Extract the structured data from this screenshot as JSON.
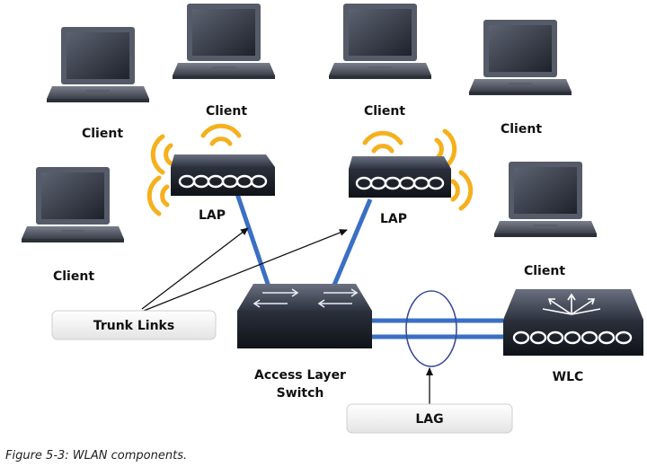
{
  "labels": {
    "client": "Client",
    "lap": "LAP",
    "trunk_links": "Trunk Links",
    "switch_line1": "Access Layer",
    "switch_line2": "Switch",
    "wlc": "WLC",
    "lag": "LAG"
  },
  "caption": "Figure 5-3: WLAN components.",
  "colors": {
    "link": "#3b6fc4",
    "wifi": "#f5b01c",
    "device": "#1f2430",
    "laptop_body": "#4a4f5c",
    "screen": "#2f3440"
  },
  "icons": [
    "laptop-icon",
    "access-point-icon",
    "switch-icon",
    "wlc-icon",
    "wifi-signal-icon"
  ]
}
